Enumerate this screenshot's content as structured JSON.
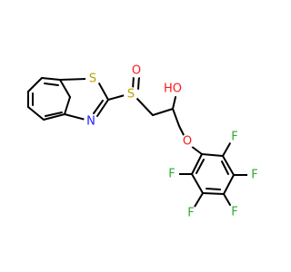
{
  "molecule": {
    "atoms": {
      "s_ring": "S",
      "n_ring": "N",
      "s_sulfinyl": "S",
      "o_sulfinyl": "O",
      "oh": "HO",
      "o_ether": "O",
      "f_1": "F",
      "f_2": "F",
      "f_3": "F",
      "f_4": "F",
      "f_5": "F"
    }
  },
  "colors": {
    "bond": "#000000",
    "sulfur": "#b8a400",
    "nitrogen": "#2020ff",
    "oxygen": "#ff1a1a",
    "fluorine": "#2faa2f",
    "background": "#ffffff"
  }
}
